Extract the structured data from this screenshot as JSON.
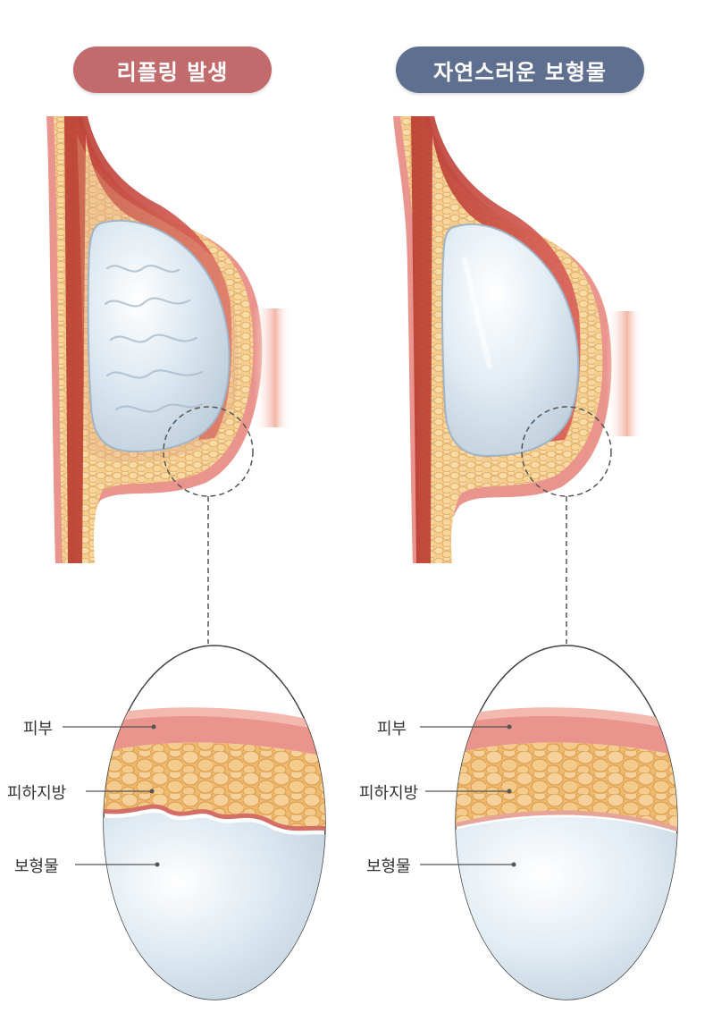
{
  "colors": {
    "rippling_pill": "#c26b6d",
    "natural_pill": "#5e6f8f",
    "skin": "#e38c86",
    "fat": "#f1c98a",
    "muscle": "#c5483d",
    "implant": "#d7e4ee",
    "leader_line": "#555555"
  },
  "panels": [
    {
      "title": "리플링 발생",
      "implant_surface": "wrinkled",
      "labels": [
        "피부",
        "피하지방",
        "보형물"
      ]
    },
    {
      "title": "자연스러운 보형물",
      "implant_surface": "smooth",
      "labels": [
        "피부",
        "피하지방",
        "보형물"
      ]
    }
  ]
}
